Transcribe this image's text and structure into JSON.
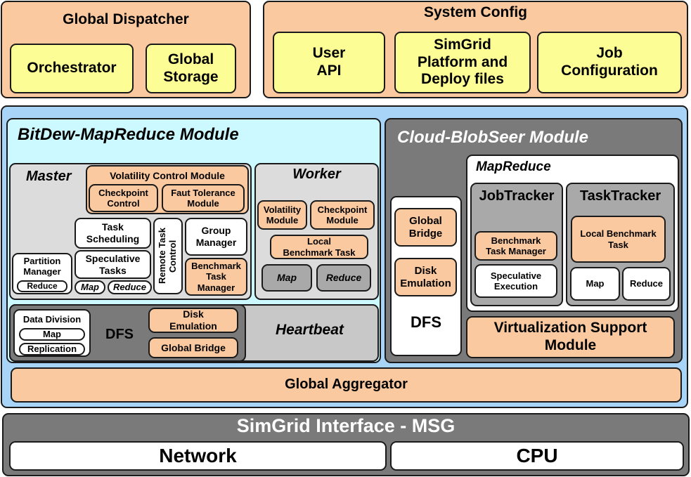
{
  "global_dispatcher": {
    "title": "Global Dispatcher",
    "orchestrator": "Orchestrator",
    "global_storage": "Global\nStorage"
  },
  "system_config": {
    "title": "System Config",
    "user_api": "User\nAPI",
    "simgrid_files": "SimGrid\nPlatform and\nDeploy files",
    "job_configuration": "Job\nConfiguration"
  },
  "bitdew": {
    "title": "BitDew-MapReduce Module",
    "master": {
      "title": "Master",
      "volatility_control": "Volatility Control Module",
      "checkpoint_control": "Checkpoint\nControl",
      "fault_tolerance": "Faut Tolerance\nModule",
      "task_scheduling": "Task\nScheduling",
      "remote_task_control": "Remote Task\nControl",
      "group_manager": "Group\nManager",
      "partition_manager": "Partition\nManager",
      "partition_reduce": "Reduce",
      "speculative_tasks": "Speculative\nTasks",
      "map": "Map",
      "reduce": "Reduce",
      "benchmark_task_manager": "Benchmark\nTask\nManager"
    },
    "worker": {
      "title": "Worker",
      "volatility_module": "Volatility\nModule",
      "checkpoint_module": "Checkpoint\nModule",
      "local_benchmark": "Local\nBenchmark Task",
      "map": "Map",
      "reduce": "Reduce"
    },
    "dfs": {
      "label": "DFS",
      "data_division": "Data Division",
      "map": "Map",
      "replication": "Replication",
      "disk_emulation": "Disk\nEmulation",
      "global_bridge": "Global Bridge"
    },
    "heartbeat": "Heartbeat"
  },
  "cloud_blobseer": {
    "title": "Cloud-BlobSeer Module",
    "dfs": {
      "label": "DFS",
      "global_bridge": "Global\nBridge",
      "disk_emulation": "Disk\nEmulation"
    },
    "mapreduce": {
      "title": "MapReduce",
      "jobtracker": {
        "title": "JobTracker",
        "benchmark_task_manager": "Benchmark\nTask Manager",
        "speculative_execution": "Speculative\nExecution"
      },
      "tasktracker": {
        "title": "TaskTracker",
        "local_benchmark": "Local Benchmark\nTask",
        "map": "Map",
        "reduce": "Reduce"
      }
    },
    "virtualization": "Virtualization Support\nModule"
  },
  "global_aggregator": "Global Aggregator",
  "simgrid_interface": {
    "title": "SimGrid Interface - MSG",
    "network": "Network",
    "cpu": "CPU"
  }
}
